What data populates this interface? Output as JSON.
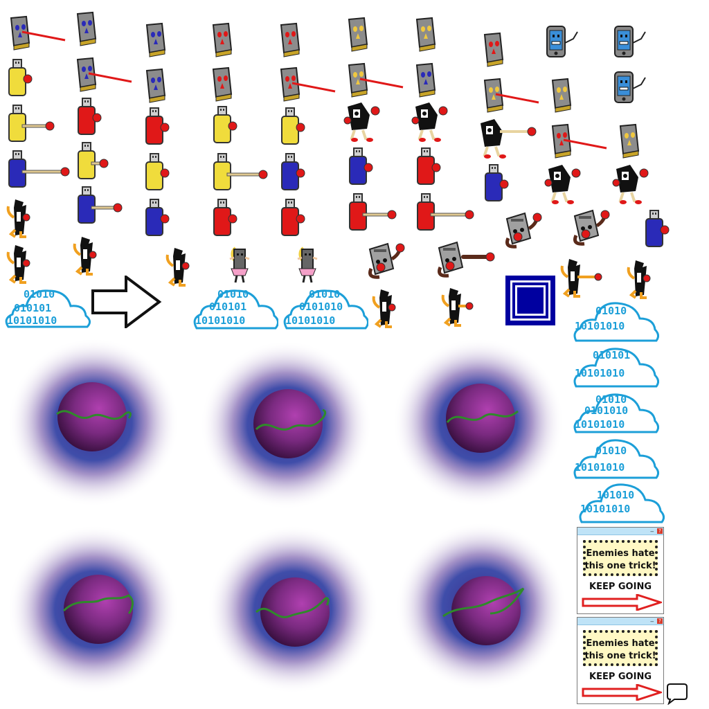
{
  "sheet": {
    "cloud_texts": [
      "01010",
      "010101",
      "0101010",
      "10101010",
      "101010"
    ],
    "popup": {
      "line1": "Enemies hate",
      "line2": "this one trick!",
      "cta": "KEEP GOING",
      "minimize_glyph": "_",
      "close_glyph": "?"
    }
  },
  "colors": {
    "card_gray": "#8c8c8c",
    "usb_yellow": "#f0dc3c",
    "usb_red": "#e01818",
    "usb_blue": "#2a2ab8",
    "cloud_blue": "#1c9fd8",
    "portal_purple": "#7a2a80",
    "portal_blue": "#2a3aa0",
    "wave_green": "#2f8a2a",
    "popup_arrow_red": "#e02020",
    "tile_navy": "#0000a0"
  }
}
